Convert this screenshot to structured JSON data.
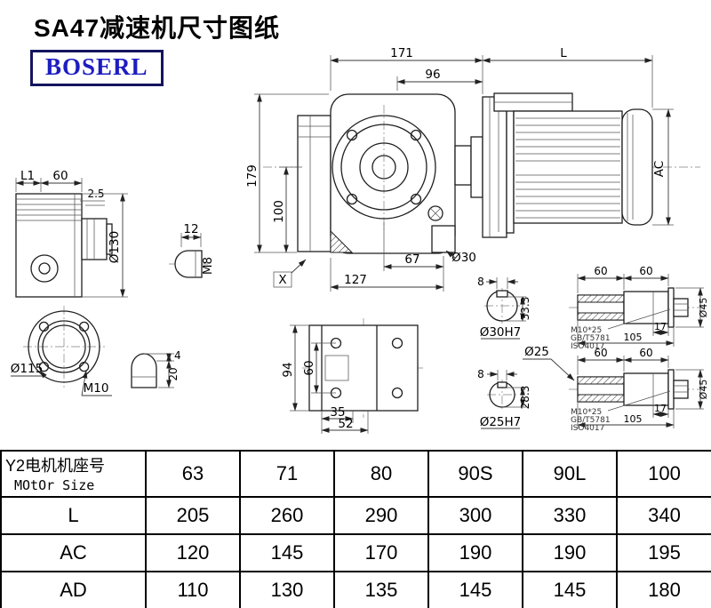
{
  "page": {
    "title": "SA47减速机尺寸图纸",
    "logo": "BOSERL"
  },
  "dims": {
    "side": {
      "l1": "L1",
      "w60": "60",
      "step25": "2.5",
      "d130": "Ø130"
    },
    "flange": {
      "d115": "Ø115",
      "m10": "M10"
    },
    "plug1": {
      "w12": "12",
      "m8": "M8"
    },
    "plug2": {
      "h4": "4",
      "h20": "20"
    },
    "front": {
      "w171": "171",
      "w96": "96",
      "h179": "179",
      "h100": "100",
      "w67": "67",
      "w127": "127",
      "x_mark": "X",
      "d30": "Ø30"
    },
    "motor": {
      "l": "L",
      "ac": "AC"
    },
    "bottom": {
      "h94": "94",
      "h60": "60",
      "w35": "35",
      "w52": "52"
    },
    "sec30": {
      "kw8": "8",
      "h333": "33.3",
      "bore": "Ø30H7"
    },
    "sec25": {
      "kw8": "8",
      "h283": "28.3",
      "bore": "Ø25H7",
      "d25": "Ø25"
    },
    "shaftA": {
      "w60a": "60",
      "w60b": "60",
      "w17": "17",
      "w105": "105",
      "d45": "Ø45",
      "bolt": "M10*25",
      "std1": "GB/T5781",
      "std2": "ISO4017"
    },
    "shaftB": {
      "w60a": "60",
      "w60b": "60",
      "w17": "17",
      "w105": "105",
      "d45": "Ø45",
      "bolt": "M10*25",
      "std1": "GB/T5781",
      "std2": "ISO4017"
    }
  },
  "table": {
    "row_header": {
      "cn": "Y2电机机座号",
      "en": "MOtOr Size"
    },
    "sizes": [
      "63",
      "71",
      "80",
      "90S",
      "90L",
      "100"
    ],
    "rows": [
      {
        "label": "L",
        "values": [
          "205",
          "260",
          "290",
          "300",
          "330",
          "340"
        ]
      },
      {
        "label": "AC",
        "values": [
          "120",
          "145",
          "170",
          "190",
          "190",
          "195"
        ]
      },
      {
        "label": "AD",
        "values": [
          "110",
          "130",
          "135",
          "145",
          "145",
          "180"
        ]
      }
    ]
  }
}
